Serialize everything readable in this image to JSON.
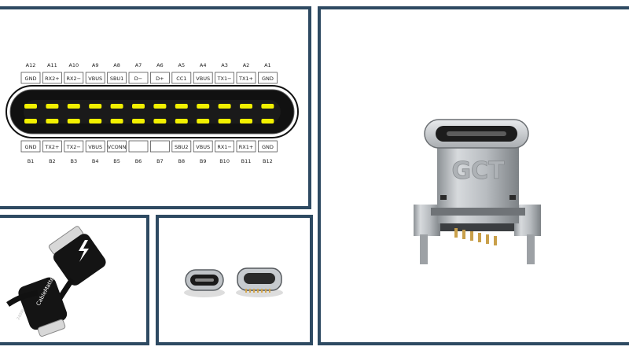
{
  "pinout": {
    "top_numbers": [
      "A12",
      "A11",
      "A10",
      "A9",
      "A8",
      "A7",
      "A6",
      "A5",
      "A4",
      "A3",
      "A2",
      "A1"
    ],
    "top_labels": [
      "GND",
      "RX2+",
      "RX2−",
      "VBUS",
      "SBU1",
      "D−",
      "D+",
      "CC1",
      "VBUS",
      "TX1−",
      "TX1+",
      "GND"
    ],
    "bottom_labels": [
      "GND",
      "TX2+",
      "TX2−",
      "VBUS",
      "VCONN",
      "",
      "",
      "SBU2",
      "VBUS",
      "RX1−",
      "RX1+",
      "GND"
    ],
    "bottom_numbers": [
      "B1",
      "B2",
      "B3",
      "B4",
      "B5",
      "B6",
      "B7",
      "B8",
      "B9",
      "B10",
      "B11",
      "B12"
    ]
  },
  "cable": {
    "brand": "CableMatters",
    "rating": "240W"
  },
  "connector": {
    "logo": "GCT"
  },
  "colors": {
    "border": "#2e4a62",
    "pin": "#f2f000",
    "receptacle": "#111111"
  }
}
